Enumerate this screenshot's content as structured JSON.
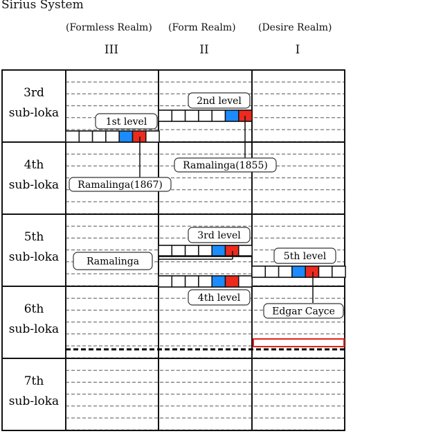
{
  "title": "Sirius System",
  "columns": [
    {
      "realm": "(Formless Realm)",
      "numeral": "III"
    },
    {
      "realm": "(Form Realm)",
      "numeral": "II"
    },
    {
      "realm": "(Desire Realm)",
      "numeral": "I"
    }
  ],
  "rows": [
    {
      "line1": "3rd",
      "line2": "sub-loka"
    },
    {
      "line1": "4th",
      "line2": "sub-loka"
    },
    {
      "line1": "5th",
      "line2": "sub-loka"
    },
    {
      "line1": "6th",
      "line2": "sub-loka"
    },
    {
      "line1": "7th",
      "line2": "sub-loka"
    }
  ],
  "colors": {
    "grid": "#111111",
    "dashed": "#555555",
    "blue_cell": "#1a8cff",
    "red_cell": "#ee2a1f",
    "highlight_outline": "#e8201a"
  },
  "level_bars": [
    {
      "label": "1st level",
      "column": "III",
      "row": "3rd sub-loka",
      "cells": [
        "white",
        "white",
        "white",
        "white",
        "blue",
        "red",
        "white"
      ]
    },
    {
      "label": "2nd level",
      "column": "II",
      "row": "3rd sub-loka",
      "cells": [
        "white",
        "white",
        "white",
        "white",
        "white",
        "blue",
        "red"
      ]
    },
    {
      "label": "3rd level",
      "column": "II",
      "row": "5th sub-loka",
      "cells": [
        "white",
        "white",
        "white",
        "white",
        "blue",
        "red",
        "white"
      ]
    },
    {
      "label": "4th level",
      "column": "II",
      "row": "5th sub-loka",
      "cells": [
        "white",
        "white",
        "white",
        "white",
        "blue",
        "red",
        "white"
      ]
    },
    {
      "label": "5th level",
      "column": "I",
      "row": "5th sub-loka",
      "cells": [
        "white",
        "white",
        "white",
        "blue",
        "red",
        "white",
        "white"
      ]
    }
  ],
  "persons": [
    {
      "label": "Ramalinga(1867)",
      "linked_to": "1st level"
    },
    {
      "label": "Ramalinga(1855)",
      "linked_to": "2nd level"
    },
    {
      "label": "Ramalinga",
      "linked_to": "3rd level"
    },
    {
      "label": "Edgar Cayce",
      "linked_to": "5th level"
    }
  ]
}
